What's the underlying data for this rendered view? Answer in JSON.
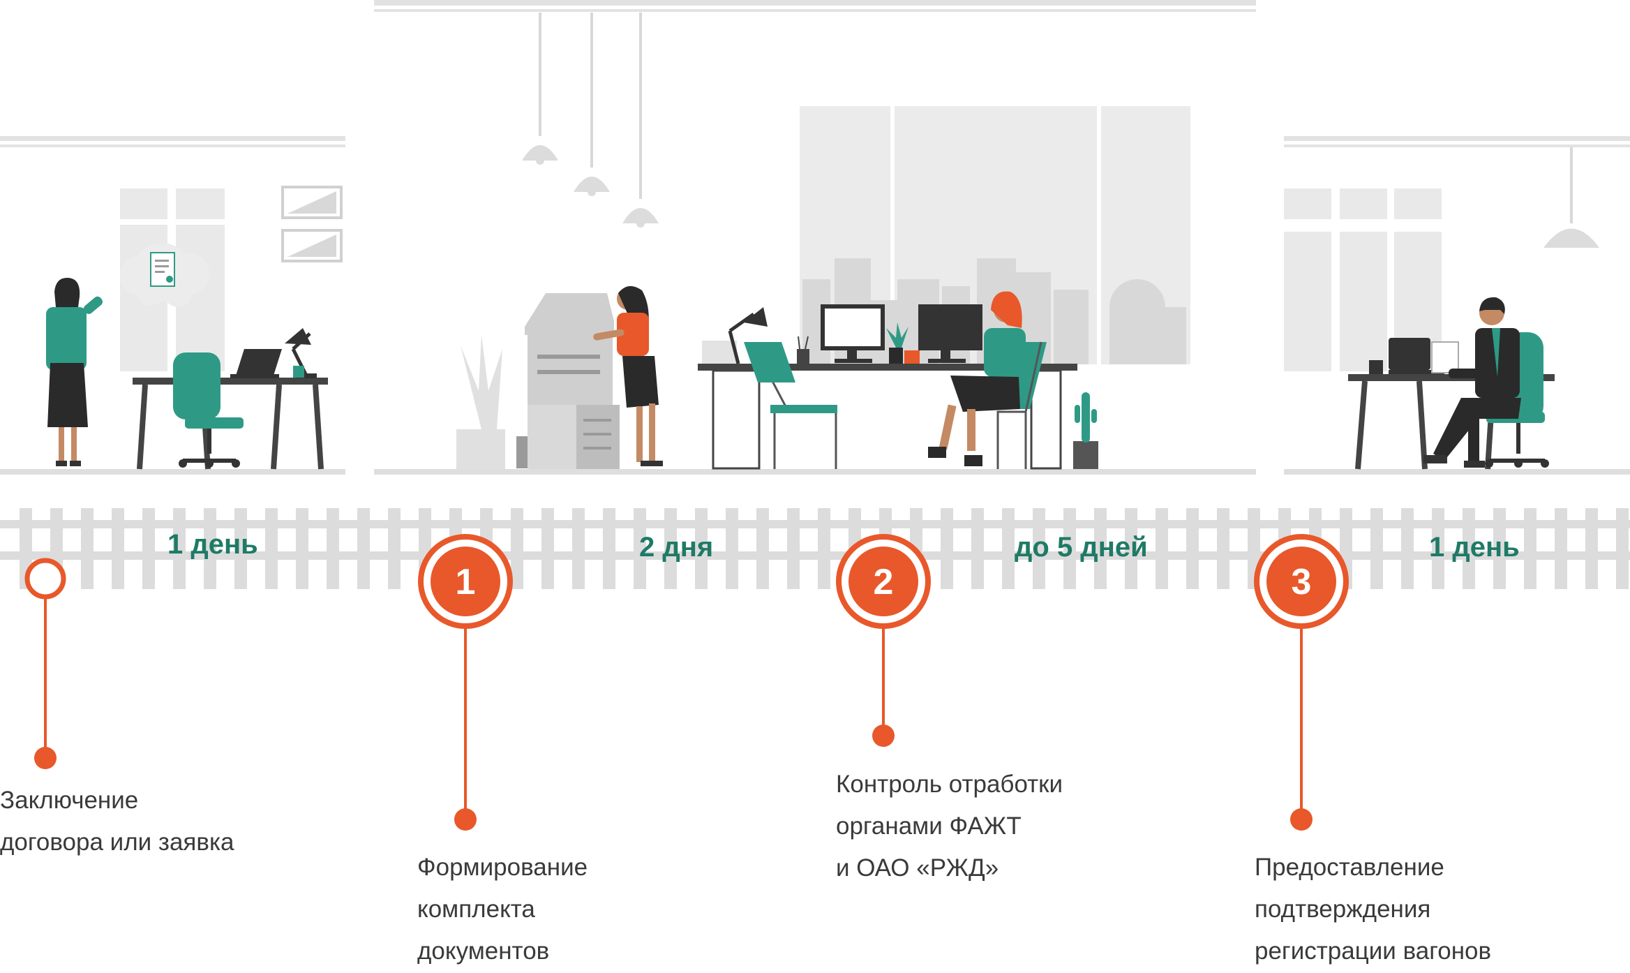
{
  "durations": [
    "1 день",
    "2 дня",
    "до 5 дней",
    "1 день"
  ],
  "steps": [
    {
      "number": "",
      "lines": [
        "Заключение",
        "договора или заявка"
      ]
    },
    {
      "number": "1",
      "lines": [
        "Формирование",
        "комплекта",
        "документов"
      ]
    },
    {
      "number": "2",
      "lines": [
        "Контроль отработки",
        "органами ФАЖТ",
        "и ОАО «РЖД»"
      ]
    },
    {
      "number": "3",
      "lines": [
        "Предоставление",
        "подтверждения",
        "регистрации вагонов"
      ]
    }
  ],
  "colors": {
    "accent": "#e8582a",
    "teal": "#2e9a86",
    "duration_text": "#1f7a66",
    "track": "#dcdcdc",
    "wall": "#e6e6e6"
  },
  "illustrations": {
    "scene_1": "woman-on-phone-desk-illustration",
    "scene_2": "woman-at-copier-illustration",
    "scene_3": "woman-at-computer-desk-illustration",
    "scene_4": "man-at-laptop-desk-illustration"
  }
}
